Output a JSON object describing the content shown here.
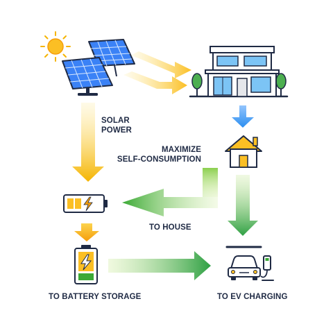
{
  "labels": {
    "solar_power_line1": "SOLAR",
    "solar_power_line2": "POWER",
    "maximize_line1": "MAXIMIZE",
    "maximize_line2": "SELF-CONSUMPTION",
    "to_house": "TO HOUSE",
    "to_battery_storage": "TO BATTERY STORAGE",
    "to_ev_charging": "TO EV CHARGING"
  },
  "icons": [
    "sun-icon",
    "solar-panels-icon",
    "modern-house-icon",
    "small-house-icon",
    "battery-horizontal-icon",
    "battery-vertical-icon",
    "ev-car-icon",
    "charging-station-icon"
  ],
  "colors": {
    "yellow": "#fbbf24",
    "orange": "#f59e0b",
    "green": "#3aa935",
    "light_green": "#c6e58a",
    "blue": "#3b9ff2",
    "navy": "#1f2a44",
    "panel_blue": "#3b82f6",
    "tree_green": "#4caf50"
  }
}
